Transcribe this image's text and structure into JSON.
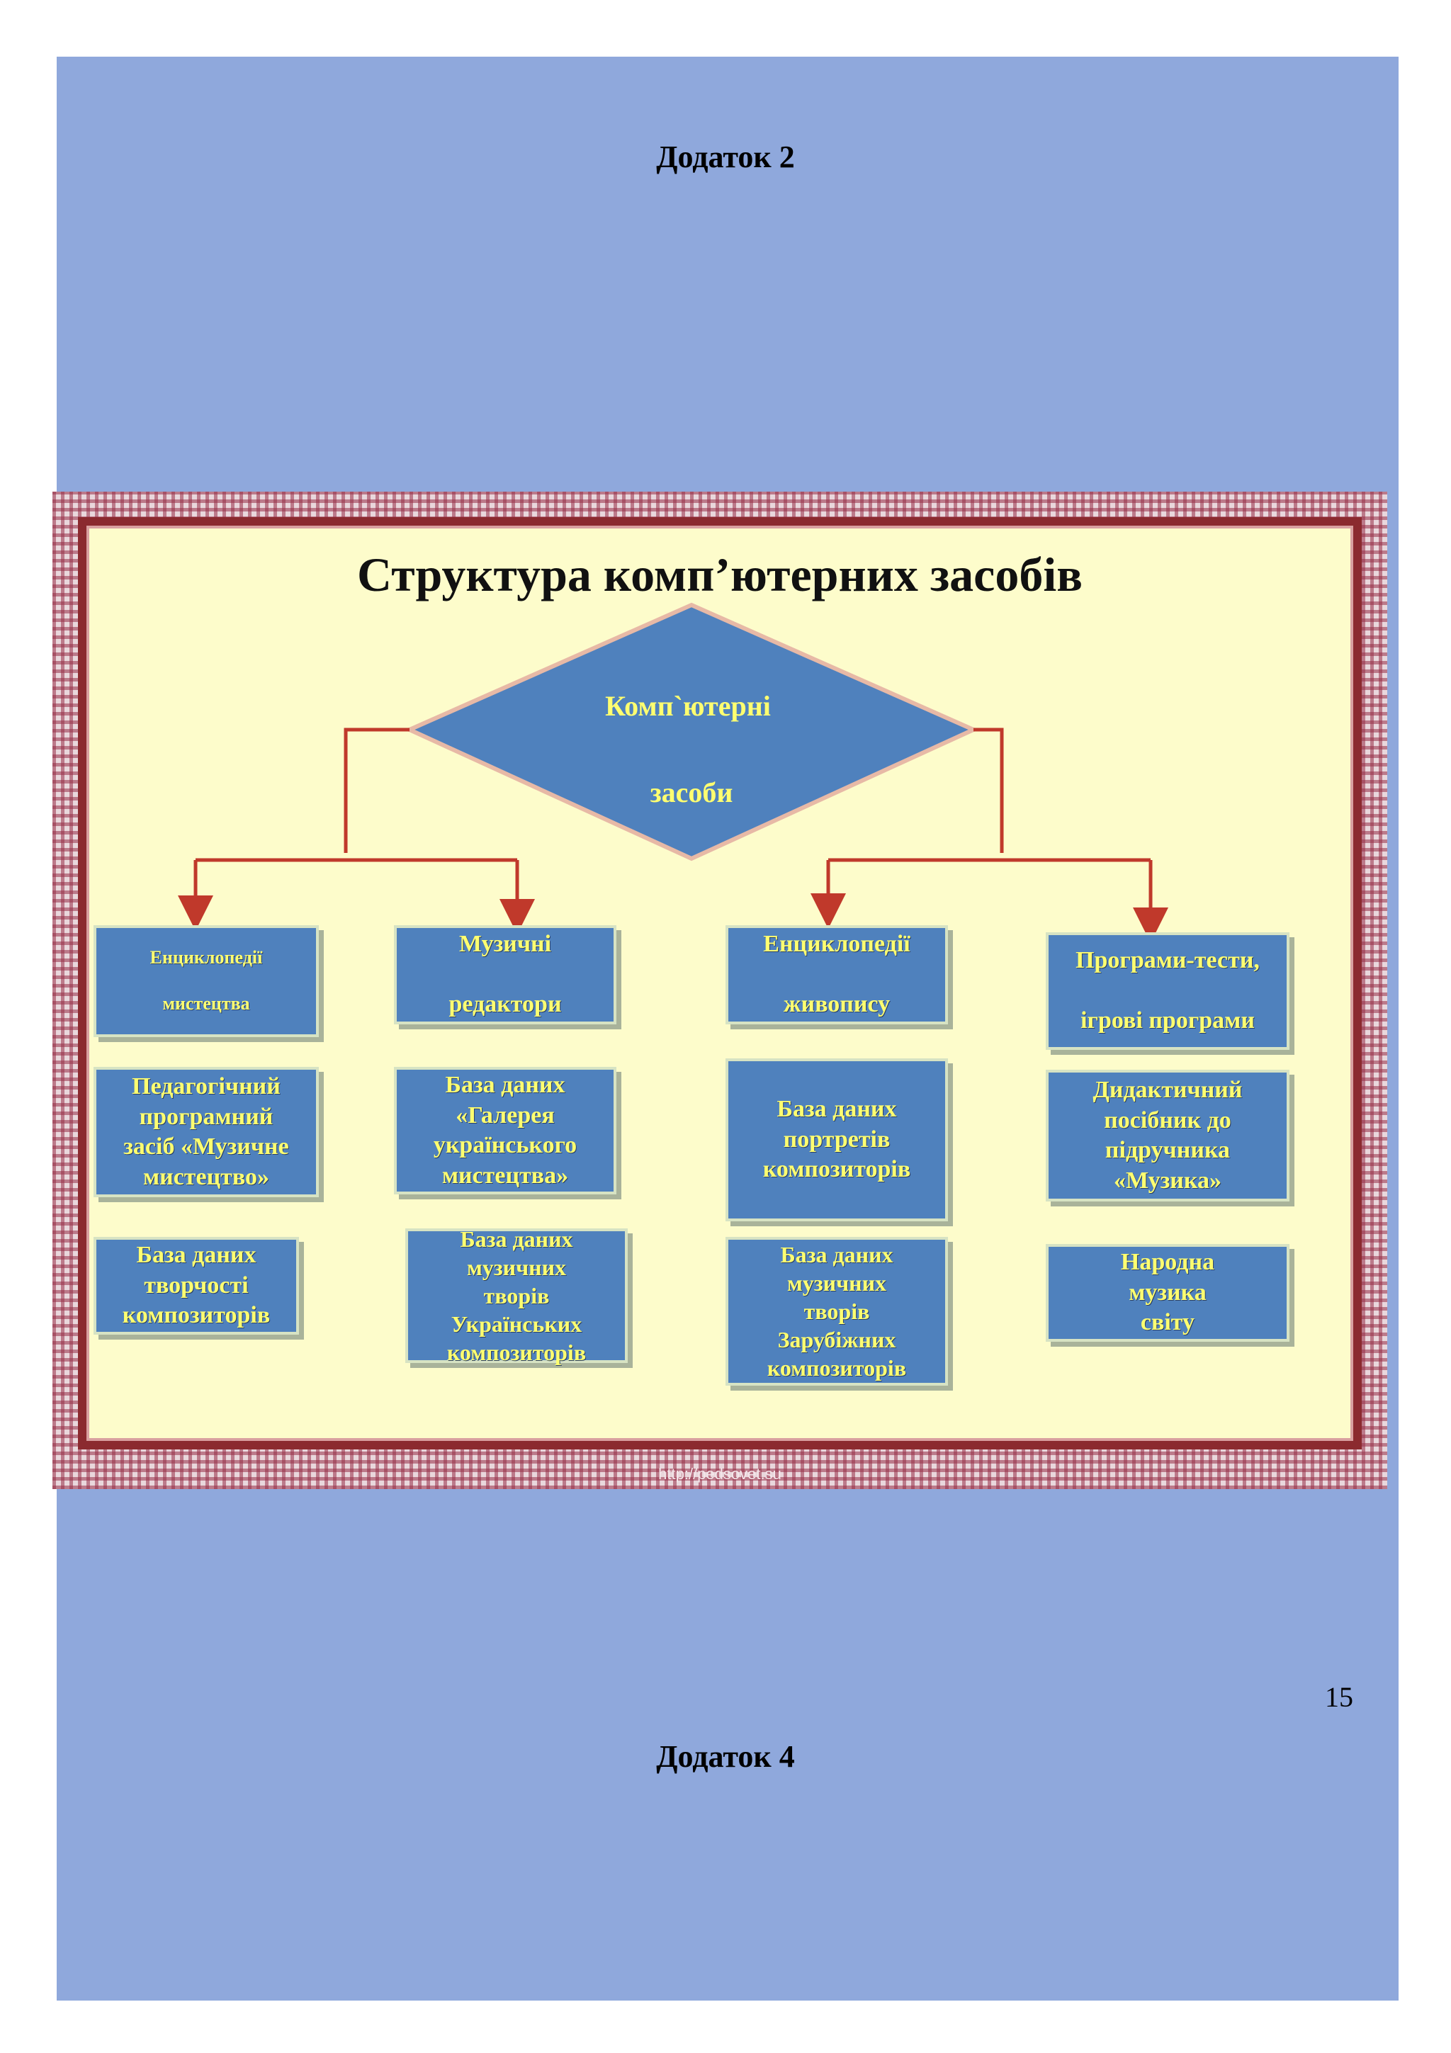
{
  "page": {
    "heading_top": "Додаток 2",
    "heading_bottom": "Додаток 4",
    "page_number": "15"
  },
  "slide": {
    "title": "Структура  комп’ютерних  засобів",
    "root": "Комп`ютерні\n\nзасоби",
    "footer": "http://pedsovet.su",
    "nodes": {
      "c1r1": "Енциклопедії\n\nмистецтва",
      "c1r2": "Педагогічний\nпрограмний\nзасіб «Музичне\nмистецтво»",
      "c1r3": "База даних\nтворчості\nкомпозиторів",
      "c2r1": "Музичні\n\nредактори",
      "c2r2": "База  даних\n«Галерея\nукраїнського\nмистецтва»",
      "c2r3": "База даних\nмузичних\nтворів\nУкраїнських\nкомпозиторів",
      "c3r1": "Енциклопедії\n\nживопису",
      "c3r2": "База даних\nпортретів\nкомпозиторів",
      "c3r3": "База даних\nмузичних\nтворів\nЗарубіжних\nкомпозиторів",
      "c4r1": "Програми-тести,\n\nігрові програми",
      "c4r2": "Дидактичний\nпосібник до\nпідручника\n«Музика»",
      "c4r3": "Народна\nмузика\nсвіту"
    }
  },
  "colors": {
    "page_background": "#8fa8dc",
    "slide_background": "#fdfccb",
    "node_fill": "#4f81bd",
    "node_text": "#ffff70",
    "connector": "#c0392b",
    "frame": "#8b2a2f"
  }
}
